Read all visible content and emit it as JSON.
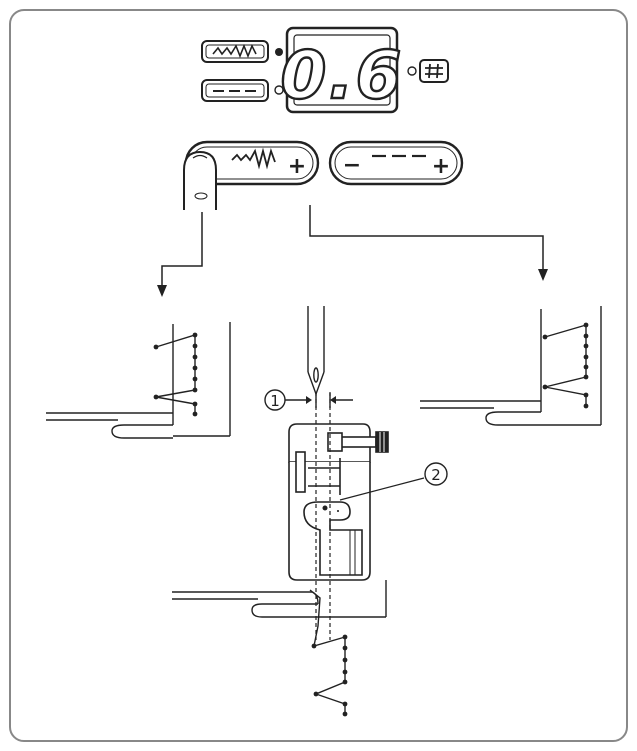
{
  "display": {
    "value": "0.6"
  },
  "buttons": {
    "left_minus": "−",
    "left_plus": "+",
    "right_minus": "−",
    "right_plus": "+"
  },
  "callouts": {
    "one": "1",
    "two": "2"
  },
  "icons": {
    "zigzag_selector": "zigzag-stitch-icon",
    "straight_selector": "straight-stitch-icon",
    "hash": "hash-icon",
    "finger": "finger-icon",
    "presser_foot": "blind-hem-foot-icon",
    "needle": "needle-icon"
  },
  "colors": {
    "line": "#222222",
    "background": "#ffffff",
    "frame": "#888888"
  }
}
